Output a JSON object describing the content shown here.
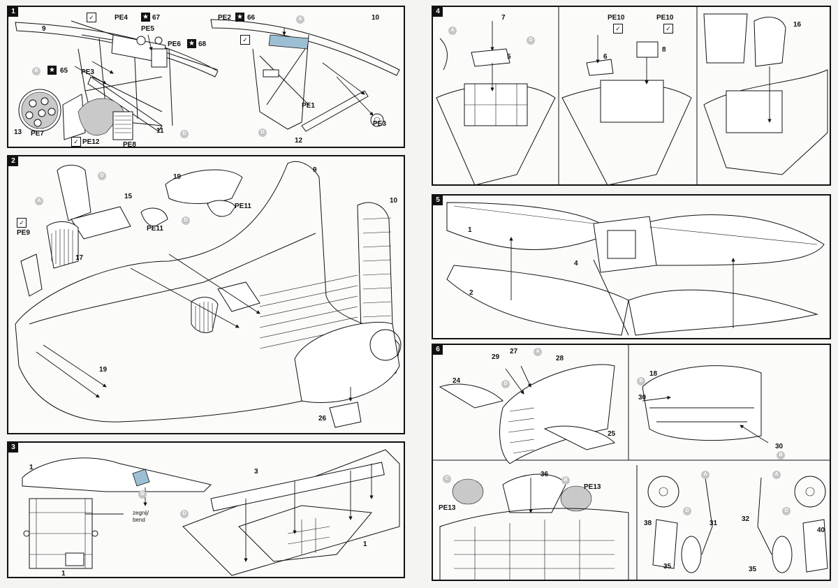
{
  "steps": [
    {
      "number": "1",
      "labels": [
        "9",
        "PE4",
        "67",
        "PE5",
        "PE6",
        "68",
        "PE2",
        "66",
        "10",
        "65",
        "PE3",
        "13",
        "PE7",
        "PE12",
        "PE8",
        "11",
        "PE1",
        "12",
        "PE3"
      ],
      "tags": [
        "B",
        "D",
        "A",
        "D"
      ]
    },
    {
      "number": "2",
      "labels": [
        "15",
        "PE9",
        "17",
        "19",
        "PE11",
        "PE11",
        "9",
        "10",
        "19",
        "26"
      ],
      "tags": [
        "D",
        "A",
        "D"
      ]
    },
    {
      "number": "3",
      "labels": [
        "1",
        "zegnij/",
        "bend",
        "1",
        "3",
        "1"
      ],
      "tags": [
        "D",
        "D"
      ]
    },
    {
      "number": "4",
      "labels": [
        "7",
        "5",
        "PE10",
        "PE10",
        "6",
        "8",
        "16"
      ],
      "tags": [
        "A",
        "D"
      ]
    },
    {
      "number": "5",
      "labels": [
        "1",
        "4",
        "2"
      ]
    },
    {
      "number": "6",
      "labels": [
        "29",
        "27",
        "28",
        "24",
        "25",
        "18",
        "30",
        "30",
        "36",
        "PE13",
        "PE13",
        "38",
        "31",
        "35",
        "32",
        "40",
        "35"
      ],
      "tags": [
        "A",
        "D",
        "B",
        "B",
        "C",
        "B",
        "A",
        "D",
        "A",
        "D"
      ]
    }
  ],
  "icons": {
    "star": "star-icon",
    "check": "check-mark-icon",
    "tag": "color-callout-icon"
  },
  "colors": {
    "ink": "#111111",
    "paper": "#fbfbfa",
    "canopy": "#9dbfd3",
    "shade": "#c9c9c9"
  }
}
